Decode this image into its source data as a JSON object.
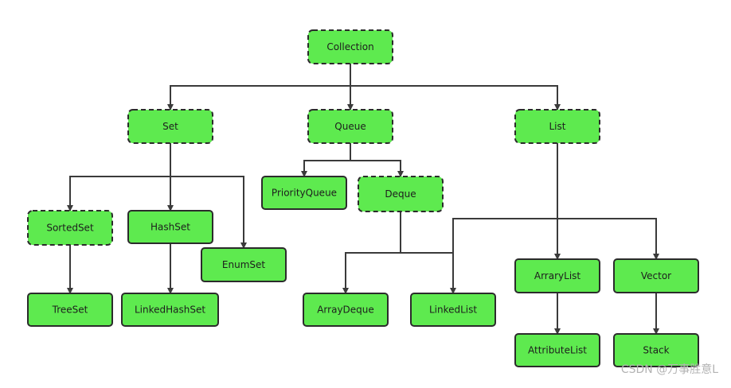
{
  "nodes": {
    "collection": {
      "label": "Collection",
      "style": "dashed"
    },
    "set": {
      "label": "Set",
      "style": "dashed"
    },
    "queue": {
      "label": "Queue",
      "style": "dashed"
    },
    "list": {
      "label": "List",
      "style": "dashed"
    },
    "sortedset": {
      "label": "SortedSet",
      "style": "dashed"
    },
    "hashset": {
      "label": "HashSet",
      "style": "solid"
    },
    "enumset": {
      "label": "EnumSet",
      "style": "solid"
    },
    "treeset": {
      "label": "TreeSet",
      "style": "solid"
    },
    "linkedhashset": {
      "label": "LinkedHashSet",
      "style": "solid"
    },
    "priorityqueue": {
      "label": "PriorityQueue",
      "style": "solid"
    },
    "deque": {
      "label": "Deque",
      "style": "dashed"
    },
    "arraydeque": {
      "label": "ArrayDeque",
      "style": "solid"
    },
    "linkedlist": {
      "label": "LinkedList",
      "style": "solid"
    },
    "arraylist": {
      "label": "ArraryList",
      "style": "solid"
    },
    "vector": {
      "label": "Vector",
      "style": "solid"
    },
    "attributelist": {
      "label": "AttributeList",
      "style": "solid"
    },
    "stack": {
      "label": "Stack",
      "style": "solid"
    }
  },
  "edges": [
    [
      "collection",
      "set"
    ],
    [
      "collection",
      "queue"
    ],
    [
      "collection",
      "list"
    ],
    [
      "set",
      "sortedset"
    ],
    [
      "set",
      "hashset"
    ],
    [
      "set",
      "enumset"
    ],
    [
      "sortedset",
      "treeset"
    ],
    [
      "hashset",
      "linkedhashset"
    ],
    [
      "queue",
      "priorityqueue"
    ],
    [
      "queue",
      "deque"
    ],
    [
      "deque",
      "arraydeque"
    ],
    [
      "deque",
      "linkedlist"
    ],
    [
      "list",
      "arraylist"
    ],
    [
      "list",
      "vector"
    ],
    [
      "list",
      "linkedlist"
    ],
    [
      "arraylist",
      "attributelist"
    ],
    [
      "vector",
      "stack"
    ]
  ],
  "colors": {
    "node_fill": "#5eea4f",
    "node_stroke": "#2b2b2b",
    "edge": "#3a3a3a"
  },
  "watermark": "CSDN @万事胜意L"
}
